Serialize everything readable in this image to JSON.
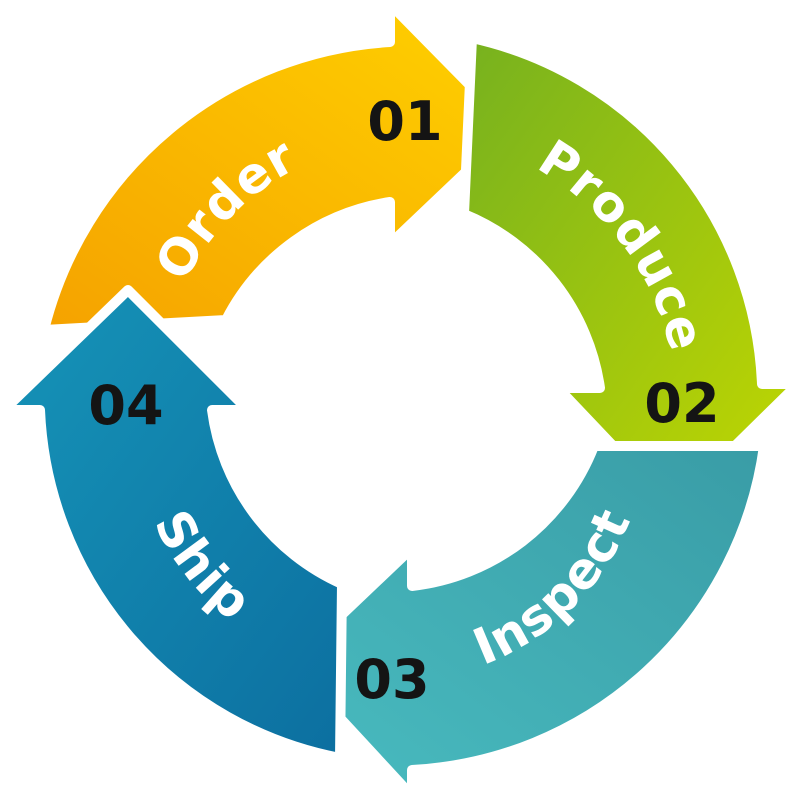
{
  "steps": [
    {
      "number": "01",
      "label": "Order",
      "color_start": "#f5a200",
      "color_end": "#ffd200"
    },
    {
      "number": "02",
      "label": "Produce",
      "color_start": "#76b11f",
      "color_end": "#c2d800"
    },
    {
      "number": "03",
      "label": "Inspect",
      "color_start": "#399ca6",
      "color_end": "#49bcc0"
    },
    {
      "number": "04",
      "label": "Ship",
      "color_start": "#0c6fa0",
      "color_end": "#1694b8"
    }
  ]
}
